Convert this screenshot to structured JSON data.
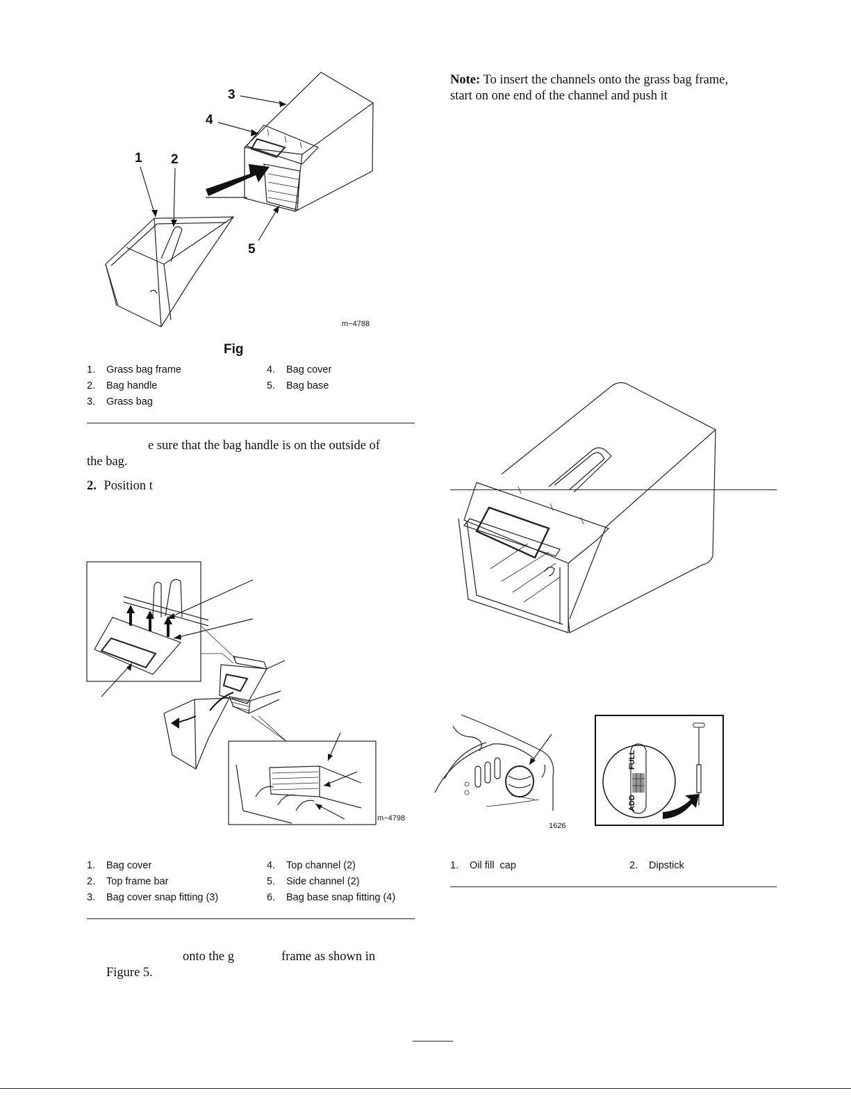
{
  "figure_left": {
    "callouts": [
      "1",
      "2",
      "3",
      "4",
      "5"
    ],
    "code": "m−4788",
    "caption": "Fig",
    "legend": [
      {
        "n": "1.",
        "label": "Grass bag frame"
      },
      {
        "n": "2.",
        "label": "Bag handle"
      },
      {
        "n": "3.",
        "label": "Grass bag"
      },
      {
        "n": "4.",
        "label": "Bag cover"
      },
      {
        "n": "5.",
        "label": "Bag base"
      }
    ]
  },
  "text_left_1": {
    "line1": "e sure that the bag handle is on the outside of",
    "line2": "the bag."
  },
  "step2": {
    "num": "2.",
    "text": "Position t"
  },
  "figure_left_2": {
    "code": "m−4798",
    "legend": [
      {
        "n": "1.",
        "label": "Bag cover"
      },
      {
        "n": "2.",
        "label": "Top frame bar"
      },
      {
        "n": "3.",
        "label": "Bag cover snap fitting (3)"
      },
      {
        "n": "4.",
        "label": "Top channel (2)"
      },
      {
        "n": "5.",
        "label": "Side channel (2)"
      },
      {
        "n": "6.",
        "label": "Bag base snap fitting (4)"
      }
    ]
  },
  "text_left_2": {
    "part1": "onto the g",
    "part2": "frame as shown in",
    "line2": "Figure 5."
  },
  "note": {
    "label": "Note:",
    "line1": "To insert the channels onto the grass bag frame,",
    "line2": "start on one end of the channel and push it"
  },
  "figure_right_2": {
    "labels": {
      "full": "FULL",
      "add": "ADD"
    },
    "code": "1626",
    "legend": [
      {
        "n": "1.",
        "label": "Oil fill  cap"
      },
      {
        "n": "2.",
        "label": "Dipstick"
      }
    ]
  }
}
